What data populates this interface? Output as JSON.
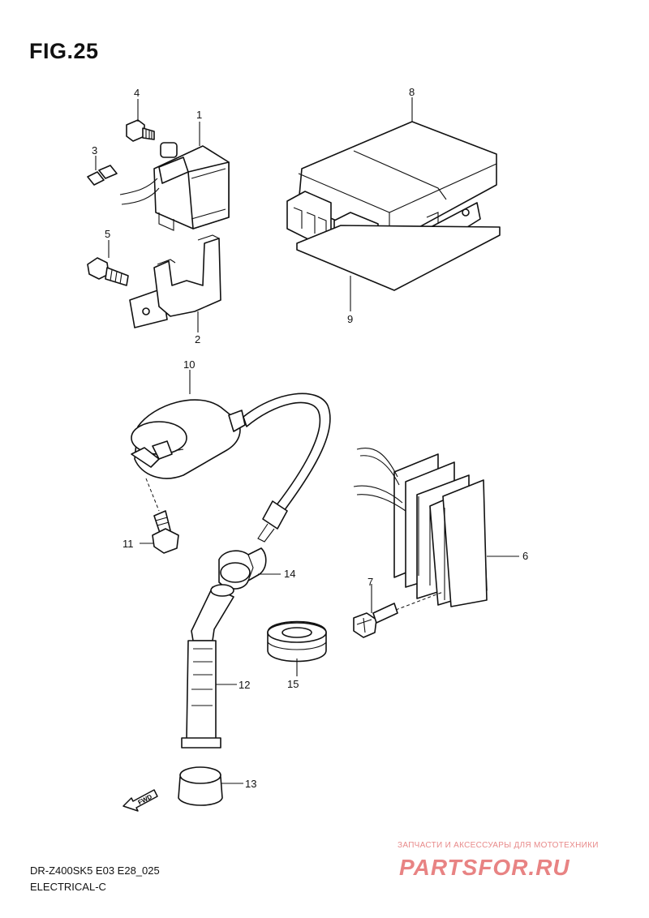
{
  "figure": {
    "title": "FIG.25"
  },
  "callouts": [
    "1",
    "2",
    "3",
    "4",
    "5",
    "6",
    "7",
    "8",
    "9",
    "10",
    "11",
    "12",
    "13",
    "14",
    "15"
  ],
  "fwd_label": "FWD",
  "footer": {
    "model_code": "DR-Z400SK5 E03 E28_025",
    "section_name": "ELECTRICAL-C"
  },
  "watermark": {
    "tagline": "ЗАПЧАСТИ И АКСЕССУАРЫ ДЛЯ МОТОТЕХНИКИ",
    "logo": "PARTSFOR.RU",
    "logo_color": "#e05a5a"
  }
}
